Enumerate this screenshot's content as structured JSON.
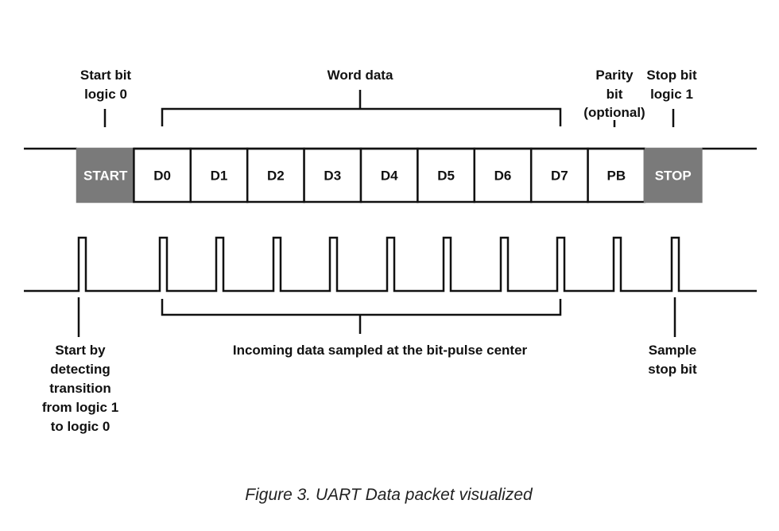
{
  "labels": {
    "start_bit": [
      "Start bit",
      "logic 0"
    ],
    "word_data": "Word data",
    "parity_bit": [
      "Parity",
      "bit",
      "(optional)"
    ],
    "stop_bit": [
      "Stop bit",
      "logic 1"
    ],
    "start_detect": [
      "Start by",
      "detecting",
      "transition",
      "from logic 1",
      "to logic 0"
    ],
    "incoming_data": "Incoming data sampled at the bit-pulse center",
    "sample_stop": [
      "Sample",
      "stop bit"
    ]
  },
  "frame": [
    {
      "label": "START",
      "shaded": true
    },
    {
      "label": "D0",
      "shaded": false
    },
    {
      "label": "D1",
      "shaded": false
    },
    {
      "label": "D2",
      "shaded": false
    },
    {
      "label": "D3",
      "shaded": false
    },
    {
      "label": "D4",
      "shaded": false
    },
    {
      "label": "D5",
      "shaded": false
    },
    {
      "label": "D6",
      "shaded": false
    },
    {
      "label": "D7",
      "shaded": false
    },
    {
      "label": "PB",
      "shaded": false
    },
    {
      "label": "STOP",
      "shaded": true
    }
  ],
  "caption": "Figure 3. UART Data packet visualized",
  "colors": {
    "shaded_fill": "#7a7a7a",
    "shaded_text": "#ffffff",
    "cell_text": "#111111",
    "line": "#111111"
  }
}
